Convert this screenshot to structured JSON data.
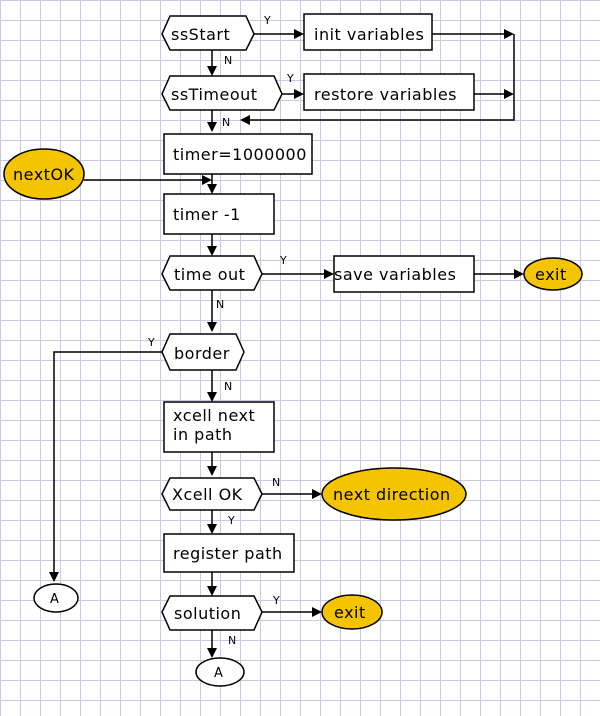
{
  "colors": {
    "accent": "#f5c400",
    "grid": "#c8c8e6",
    "stroke": "#000000"
  },
  "nodes": {
    "ss_start": "ssStart",
    "init_variables": "init variables",
    "ss_timeout": "ssTimeout",
    "restore_variables": "restore variables",
    "timer_init": "timer=1000000",
    "next_ok": "nextOK",
    "timer_dec": "timer -1",
    "time_out": "time out",
    "save_variables": "save variables",
    "exit_1": "exit",
    "border": "border",
    "xcell_next_line1": "xcell next",
    "xcell_next_line2": "in path",
    "xcell_ok": "Xcell OK",
    "next_direction": "next direction",
    "register_path": "register path",
    "solution": "solution",
    "exit_2": "exit",
    "connector_a_left": "A",
    "connector_a_bottom": "A"
  },
  "labels": {
    "ss_start_yes": "Y",
    "ss_start_no": "N",
    "ss_timeout_yes": "Y",
    "ss_timeout_no": "N",
    "time_out_yes": "Y",
    "time_out_no": "N",
    "border_yes": "Y",
    "border_no": "N",
    "xcell_ok_no": "N",
    "xcell_ok_yes": "Y",
    "solution_yes": "Y",
    "solution_no": "N"
  }
}
